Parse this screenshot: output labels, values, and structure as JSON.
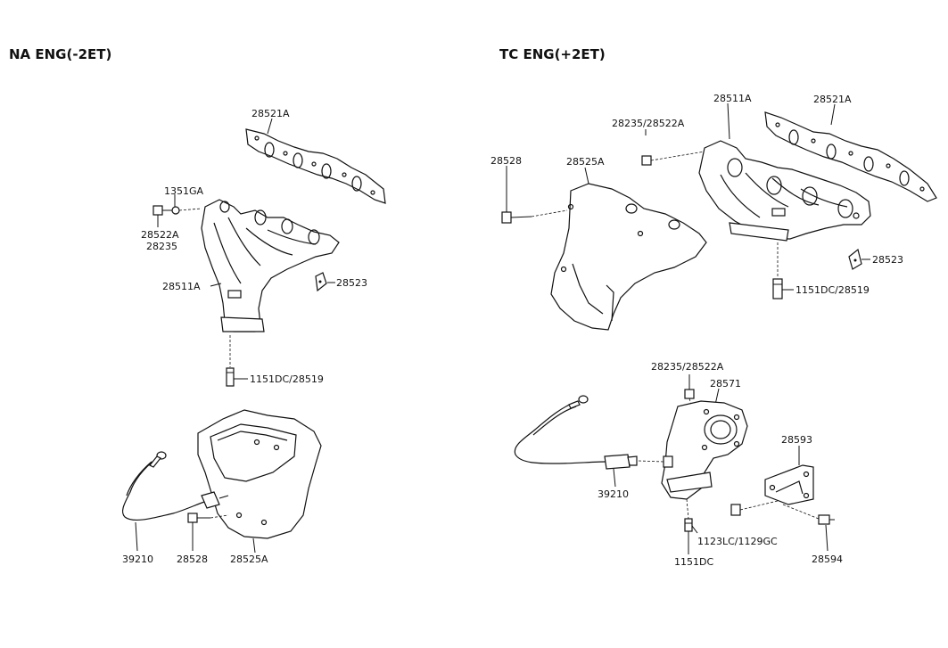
{
  "sections": {
    "na": "NA ENG(-2ET)",
    "tc": "TC ENG(+2ET)"
  },
  "na_labels": {
    "gasket": "28521A",
    "nut_seal": "1351GA",
    "bolt_a": "28522A",
    "bolt_b": "28235",
    "manifold": "28511A",
    "bracket": "28523",
    "stud": "1151DC/28519",
    "sensor": "39210",
    "bolt": "28528",
    "heat_shield": "28525A"
  },
  "tc_labels": {
    "bolt_pair": "28235/28522A",
    "manifold": "28511A",
    "gasket": "28521A",
    "bolt": "28528",
    "heat_shield": "28525A",
    "bracket": "28523",
    "stud": "1151DC/28519",
    "bolt_pair_2": "28235/28522A",
    "turbo_housing": "28571",
    "support": "28593",
    "sensor": "39210",
    "stud_2": "1123LC/1129GC",
    "nut": "1151DC",
    "support_bolt": "28594"
  }
}
